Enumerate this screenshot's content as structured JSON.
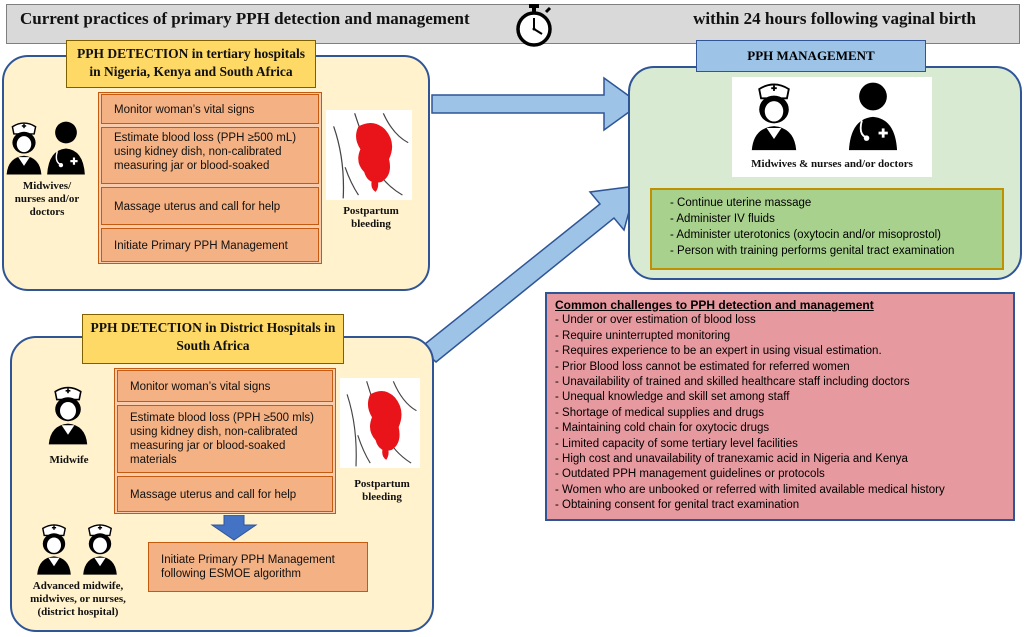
{
  "header": {
    "left": "Current practices of primary PPH detection and management",
    "right": "within 24 hours following vaginal birth",
    "icon": "stopwatch-icon"
  },
  "tertiary": {
    "title_line1": "PPH DETECTION in tertiary hospitals",
    "title_line2": "in Nigeria, Kenya and South Africa",
    "steps": [
      [
        "Monitor woman’s vital signs"
      ],
      [
        "Estimate blood loss (PPH ≥500 mL)",
        "using kidney dish, non-calibrated",
        "measuring jar or blood-soaked"
      ],
      [
        "Massage uterus and call for help"
      ],
      [
        "Initiate Primary PPH Management"
      ]
    ],
    "staff_caption": [
      "Midwives/",
      "nurses and/or",
      "doctors"
    ],
    "bleeding_caption": [
      "Postpartum",
      "bleeding"
    ]
  },
  "district": {
    "title_line1": "PPH DETECTION in District Hospitals in",
    "title_line2": "South Africa",
    "steps": [
      [
        "Monitor woman’s vital signs"
      ],
      [
        "Estimate blood loss (PPH ≥500 mls)",
        "using kidney dish, non-calibrated",
        "measuring jar or blood-soaked",
        "materials"
      ],
      [
        "Massage uterus and call for help"
      ]
    ],
    "final_step": [
      "Initiate Primary PPH Management",
      "following ESMOE algorithm"
    ],
    "midwife_caption": "Midwife",
    "staff_caption": [
      "Advanced midwife,",
      "midwives, or nurses,",
      "(district hospital)"
    ],
    "bleeding_caption": [
      "Postpartum",
      "bleeding"
    ]
  },
  "management": {
    "title": "PPH MANAGEMENT",
    "staff_caption": "Midwives & nurses and/or doctors",
    "items": [
      "-  Continue uterine massage",
      "-  Administer IV fluids",
      "-  Administer uterotonics (oxytocin and/or misoprostol)",
      "-  Person with training performs genital tract examination"
    ]
  },
  "challenges": {
    "title": "Common challenges to PPH detection and management",
    "items": [
      "-  Under or over estimation of blood loss",
      "-  Require uninterrupted monitoring",
      "-  Requires experience to be an expert in using visual estimation.",
      "-  Prior Blood loss cannot be estimated for referred women",
      "-  Unavailability of trained and skilled healthcare staff including doctors",
      "-  Unequal knowledge and skill set among staff",
      "-  Shortage of medical supplies and drugs",
      "-  Maintaining cold chain for oxytocic drugs",
      "-  Limited capacity of some tertiary level facilities",
      "-  High cost and unavailability of tranexamic acid in Nigeria and Kenya",
      "-  Outdated PPH management guidelines or protocols",
      "-  Women who are unbooked or referred with limited available medical history",
      "-  Obtaining consent for genital tract examination"
    ]
  },
  "colors": {
    "panel_fill": "#fff2cc",
    "panel_border": "#2f5597",
    "title_fill": "#ffd966",
    "step_fill": "#f4b183",
    "management_fill": "#d9ead3",
    "management_title_fill": "#9dc3e6",
    "management_list_fill": "#a9d18e",
    "challenges_fill": "#e6999f",
    "arrow_fill": "#9dc3e6",
    "blood": "#e8141a"
  }
}
